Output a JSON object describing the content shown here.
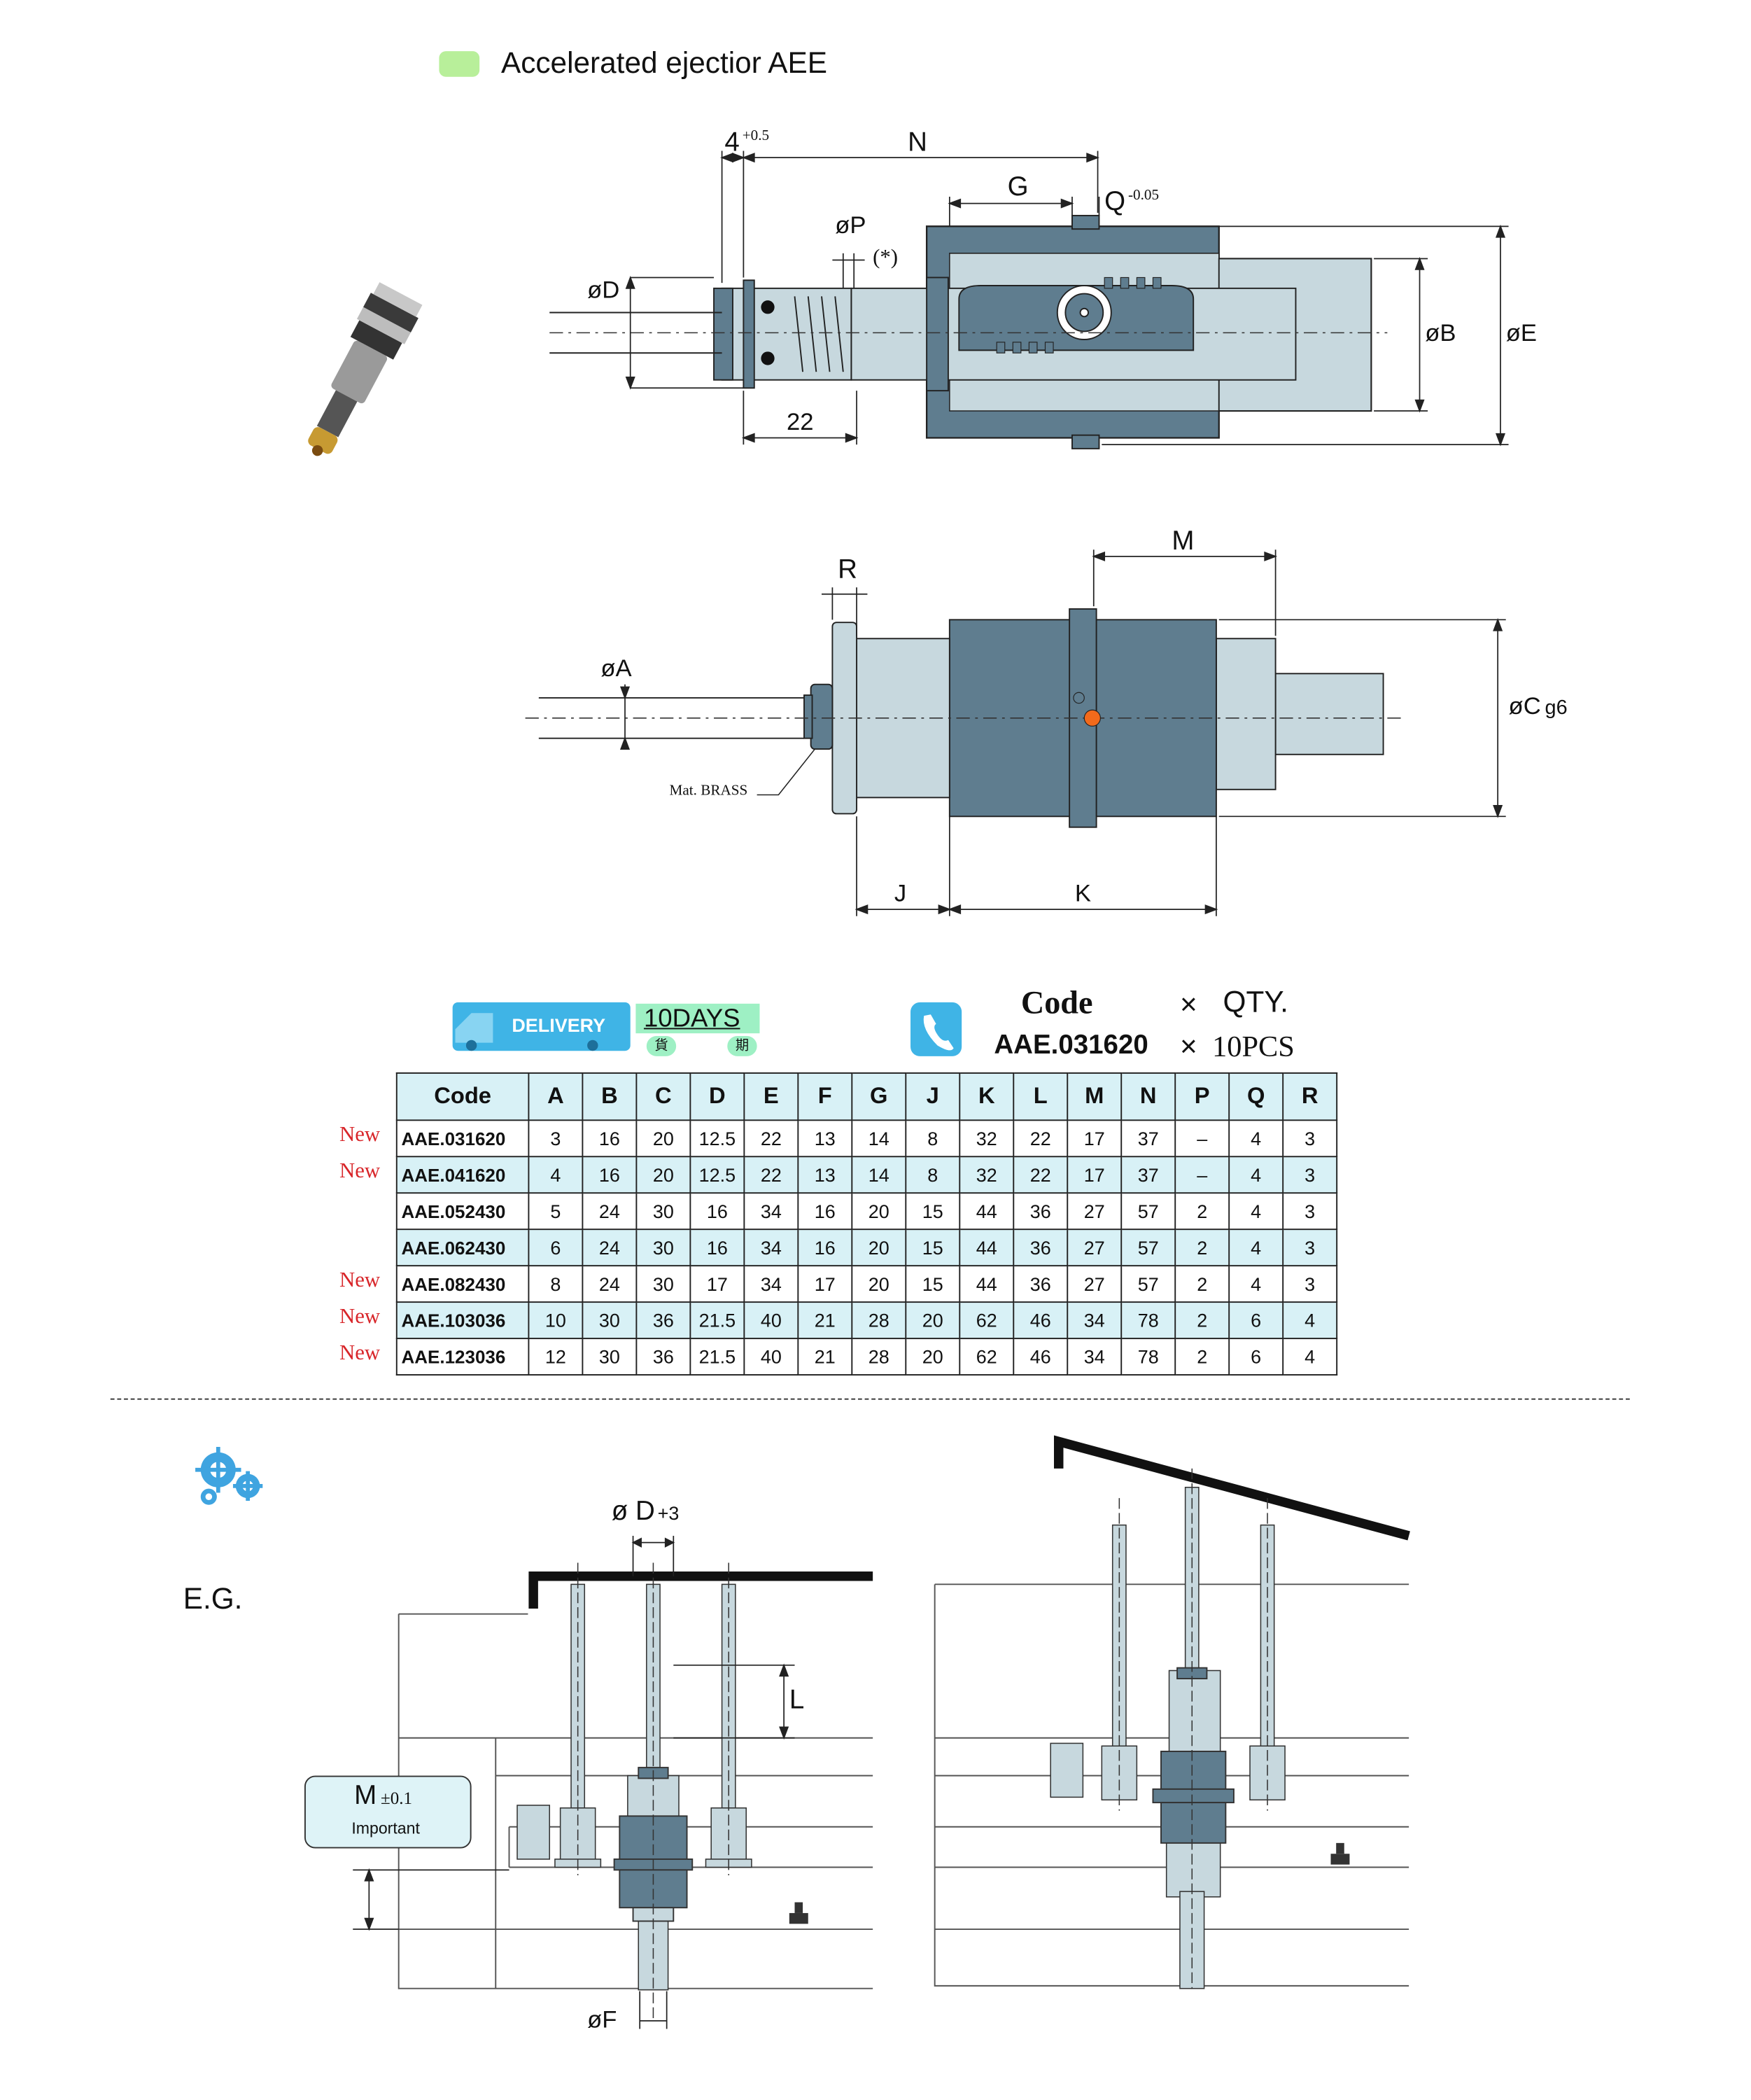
{
  "title": "Accelerated ejectior AEE",
  "colors": {
    "accent_green": "#b8ef9a",
    "body_fill": "#5f7d8f",
    "light_fill": "#c7d8de",
    "table_shade": "#d8f1f6",
    "new_red": "#d8262a",
    "marker_orange": "#f26a1b"
  },
  "drawing_top": {
    "dim_4": "4",
    "dim_4_tol": "+0.5",
    "dim_N": "N",
    "dim_G": "G",
    "dim_Q": "Q",
    "dim_Q_tol": "-0.05",
    "dim_P": "øP",
    "dim_star": "(*)",
    "dim_D": "øD",
    "dim_B": "øB",
    "dim_E": "øE",
    "dim_22": "22"
  },
  "drawing_side": {
    "dim_M": "M",
    "dim_R": "R",
    "dim_A": "øA",
    "dim_C": "øC",
    "dim_C_tol": "g6",
    "dim_J": "J",
    "dim_K": "K",
    "material": "Mat. BRASS"
  },
  "order": {
    "delivery_label": "DELIVERY",
    "days_label": "10DAYS",
    "days_sub_1": "貨",
    "days_sub_2": "期",
    "code_label": "Code",
    "times_1": "×",
    "qty_label": "QTY.",
    "example_code": "AAE.031620",
    "times_2": "×",
    "example_qty": "10PCS",
    "phone_icon": "phone-icon"
  },
  "table": {
    "headers": [
      "Code",
      "A",
      "B",
      "C",
      "D",
      "E",
      "F",
      "G",
      "J",
      "K",
      "L",
      "M",
      "N",
      "P",
      "Q",
      "R"
    ],
    "new_label": "New",
    "rows": [
      {
        "new": true,
        "cells": [
          "AAE.031620",
          "3",
          "16",
          "20",
          "12.5",
          "22",
          "13",
          "14",
          "8",
          "32",
          "22",
          "17",
          "37",
          "–",
          "4",
          "3"
        ]
      },
      {
        "new": true,
        "cells": [
          "AAE.041620",
          "4",
          "16",
          "20",
          "12.5",
          "22",
          "13",
          "14",
          "8",
          "32",
          "22",
          "17",
          "37",
          "–",
          "4",
          "3"
        ]
      },
      {
        "new": false,
        "cells": [
          "AAE.052430",
          "5",
          "24",
          "30",
          "16",
          "34",
          "16",
          "20",
          "15",
          "44",
          "36",
          "27",
          "57",
          "2",
          "4",
          "3"
        ]
      },
      {
        "new": false,
        "cells": [
          "AAE.062430",
          "6",
          "24",
          "30",
          "16",
          "34",
          "16",
          "20",
          "15",
          "44",
          "36",
          "27",
          "57",
          "2",
          "4",
          "3"
        ]
      },
      {
        "new": true,
        "cells": [
          "AAE.082430",
          "8",
          "24",
          "30",
          "17",
          "34",
          "17",
          "20",
          "15",
          "44",
          "36",
          "27",
          "57",
          "2",
          "4",
          "3"
        ]
      },
      {
        "new": true,
        "cells": [
          "AAE.103036",
          "10",
          "30",
          "36",
          "21.5",
          "40",
          "21",
          "28",
          "20",
          "62",
          "46",
          "34",
          "78",
          "2",
          "6",
          "4"
        ]
      },
      {
        "new": true,
        "cells": [
          "AAE.123036",
          "12",
          "30",
          "36",
          "21.5",
          "40",
          "21",
          "28",
          "20",
          "62",
          "46",
          "34",
          "78",
          "2",
          "6",
          "4"
        ]
      }
    ]
  },
  "example": {
    "eg_label": "E.G.",
    "dim_D": "ø D",
    "dim_D_tol": "+3",
    "dim_L": "L",
    "m_label": "M",
    "m_tol": "±0.1",
    "important_label": "Important",
    "dim_F": "øF",
    "gear_icon": "gears-icon"
  }
}
